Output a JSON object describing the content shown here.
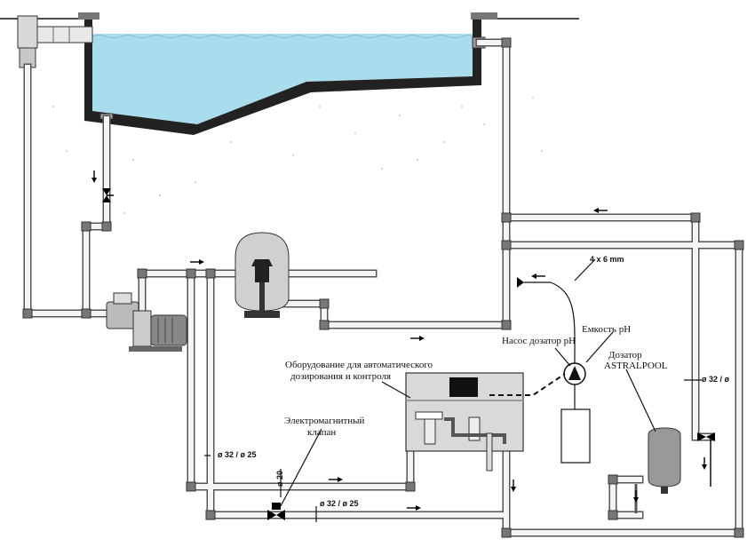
{
  "labels": {
    "equipment_line1": "Оборудование для автоматического",
    "equipment_line2": "дозирования и контроля",
    "valve_line1": "Электромагнитный",
    "valve_line2": "клапан",
    "pump_ph": "Насос дозатор pH",
    "tank_ph": "Емкость pH",
    "dosing_line1": "Дозатор",
    "dosing_line2": "ASTRALPOOL",
    "tube_size": "4 х 6 mm",
    "pipe_32_25_a": "ø 32 / ø 25",
    "pipe_32_25_b": "ø 32 / ø 25",
    "pipe_32_25_right": "ø 32 / ø",
    "pipe_20": "ø 20"
  },
  "colors": {
    "water": "#a9dcec",
    "pool_wall": "#222222",
    "pipe": "#555555",
    "ground": "#cfcfcf",
    "panel": "#d9d9d9"
  }
}
